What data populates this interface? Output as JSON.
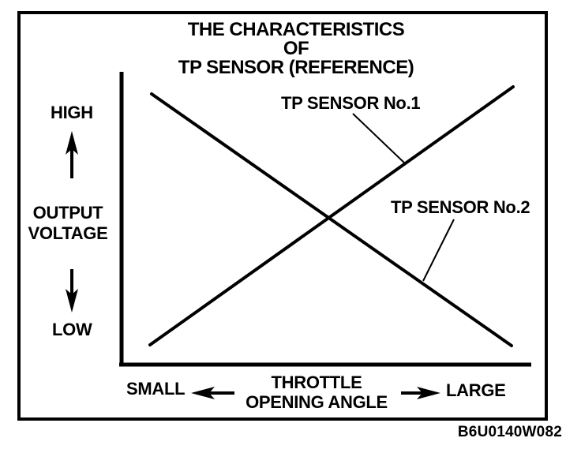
{
  "figure": {
    "title": {
      "line1": "THE CHARACTERISTICS OF",
      "line2": "TP SENSOR (REFERENCE)"
    },
    "y_axis": {
      "high": "HIGH",
      "label_line1": "OUTPUT",
      "label_line2": "VOLTAGE",
      "low": "LOW",
      "up_arrow_icon": "↑",
      "down_arrow_icon": "↓"
    },
    "x_axis": {
      "small": "SMALL",
      "label_line1": "THROTTLE",
      "label_line2": "OPENING ANGLE",
      "large": "LARGE",
      "left_arrow_icon": "←",
      "right_arrow_icon": "→"
    },
    "figure_code": "B6U0140W082",
    "colors": {
      "ink": "#000000",
      "paper": "#ffffff"
    }
  },
  "chart_data": {
    "type": "line",
    "title": "THE CHARACTERISTICS OF TP SENSOR (REFERENCE)",
    "xlabel": "THROTTLE OPENING ANGLE",
    "ylabel": "OUTPUT VOLTAGE",
    "x_axis_qualitative": {
      "min": "SMALL",
      "max": "LARGE"
    },
    "y_axis_qualitative": {
      "min": "LOW",
      "max": "HIGH"
    },
    "grid": false,
    "legend": "inline annotations with leader lines",
    "series": [
      {
        "name": "TP SENSOR No.1",
        "shape": "linear rising",
        "x_norm": [
          0.07,
          0.96
        ],
        "y_norm": [
          0.07,
          0.95
        ]
      },
      {
        "name": "TP SENSOR No.2",
        "shape": "linear falling",
        "x_norm": [
          0.08,
          0.95
        ],
        "y_norm": [
          0.93,
          0.06
        ]
      }
    ],
    "intersection_norm": {
      "x": 0.52,
      "y": 0.5
    }
  }
}
